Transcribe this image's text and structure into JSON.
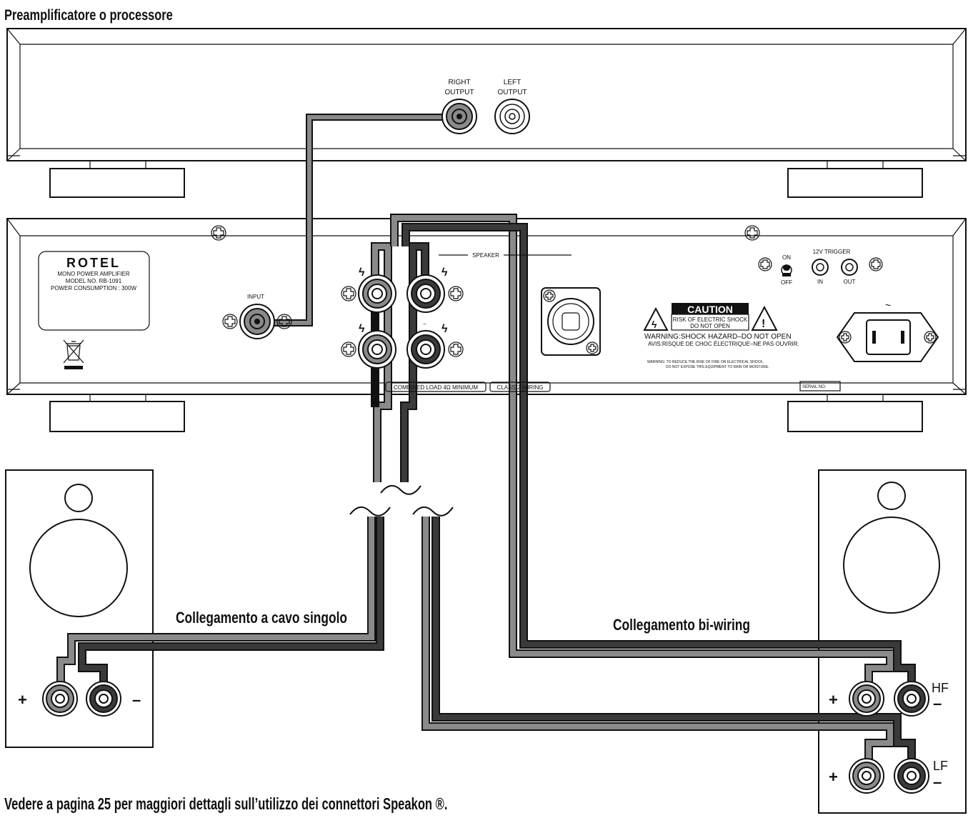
{
  "title": "Preamplificatore o processore",
  "footer_note": "Vedere a pagina 25 per maggiori dettagli sull’utilizzo dei connettori  Speakon ®.",
  "preamp": {
    "right_output": [
      "RIGHT",
      "OUTPUT"
    ],
    "left_output": [
      "LEFT",
      "OUTPUT"
    ]
  },
  "amp": {
    "brand": "ROTEL",
    "plate_lines": [
      "MONO POWER AMPLIFIER",
      "MODEL NO. RB-1091",
      "POWER CONSUMPTION : 300W"
    ],
    "input_label": "INPUT",
    "speaker_label": "SPEAKER",
    "plus_label": "+",
    "minus_label": "−",
    "combined_load": "COMBINED LOAD 4Ω MINIMUM",
    "class2_wiring": "CLASS 2 WIRING",
    "on_label": "ON",
    "off_label": "OFF",
    "trigger_label": "12V TRIGGER",
    "trigger_in": "IN",
    "trigger_out": "OUT",
    "ac_symbol": "~",
    "caution_title": "CAUTION",
    "caution_lines": [
      "RISK OF ELECTRIC SHOCK",
      "DO NOT OPEN"
    ],
    "warning_line1": "WARNING:SHOCK HAZARD–DO NOT OPEN",
    "warning_line2": "AVIS:RISQUE DE CHOC ÉLECTRIQUE–NE PAS OUVRIR.",
    "warning_small1": "WARNING: TO REDUCE THE RISK OF FIRE OR ELECTRICAL SHOCK,",
    "warning_small2": "DO NOT EXPOSE THIS EQUIPMENT TO RAIN OR MOISTURE.",
    "serial_label": "SERIAL NO."
  },
  "wiring": {
    "single_label": "Collegamento a cavo singolo",
    "biwire_label": "Collegamento bi-wiring",
    "hf_label": "HF",
    "lf_label": "LF",
    "plus": "+",
    "minus": "–"
  },
  "colors": {
    "wire_light": "#8a8a8a",
    "wire_dark": "#3a3a3a",
    "outline": "#111111"
  }
}
